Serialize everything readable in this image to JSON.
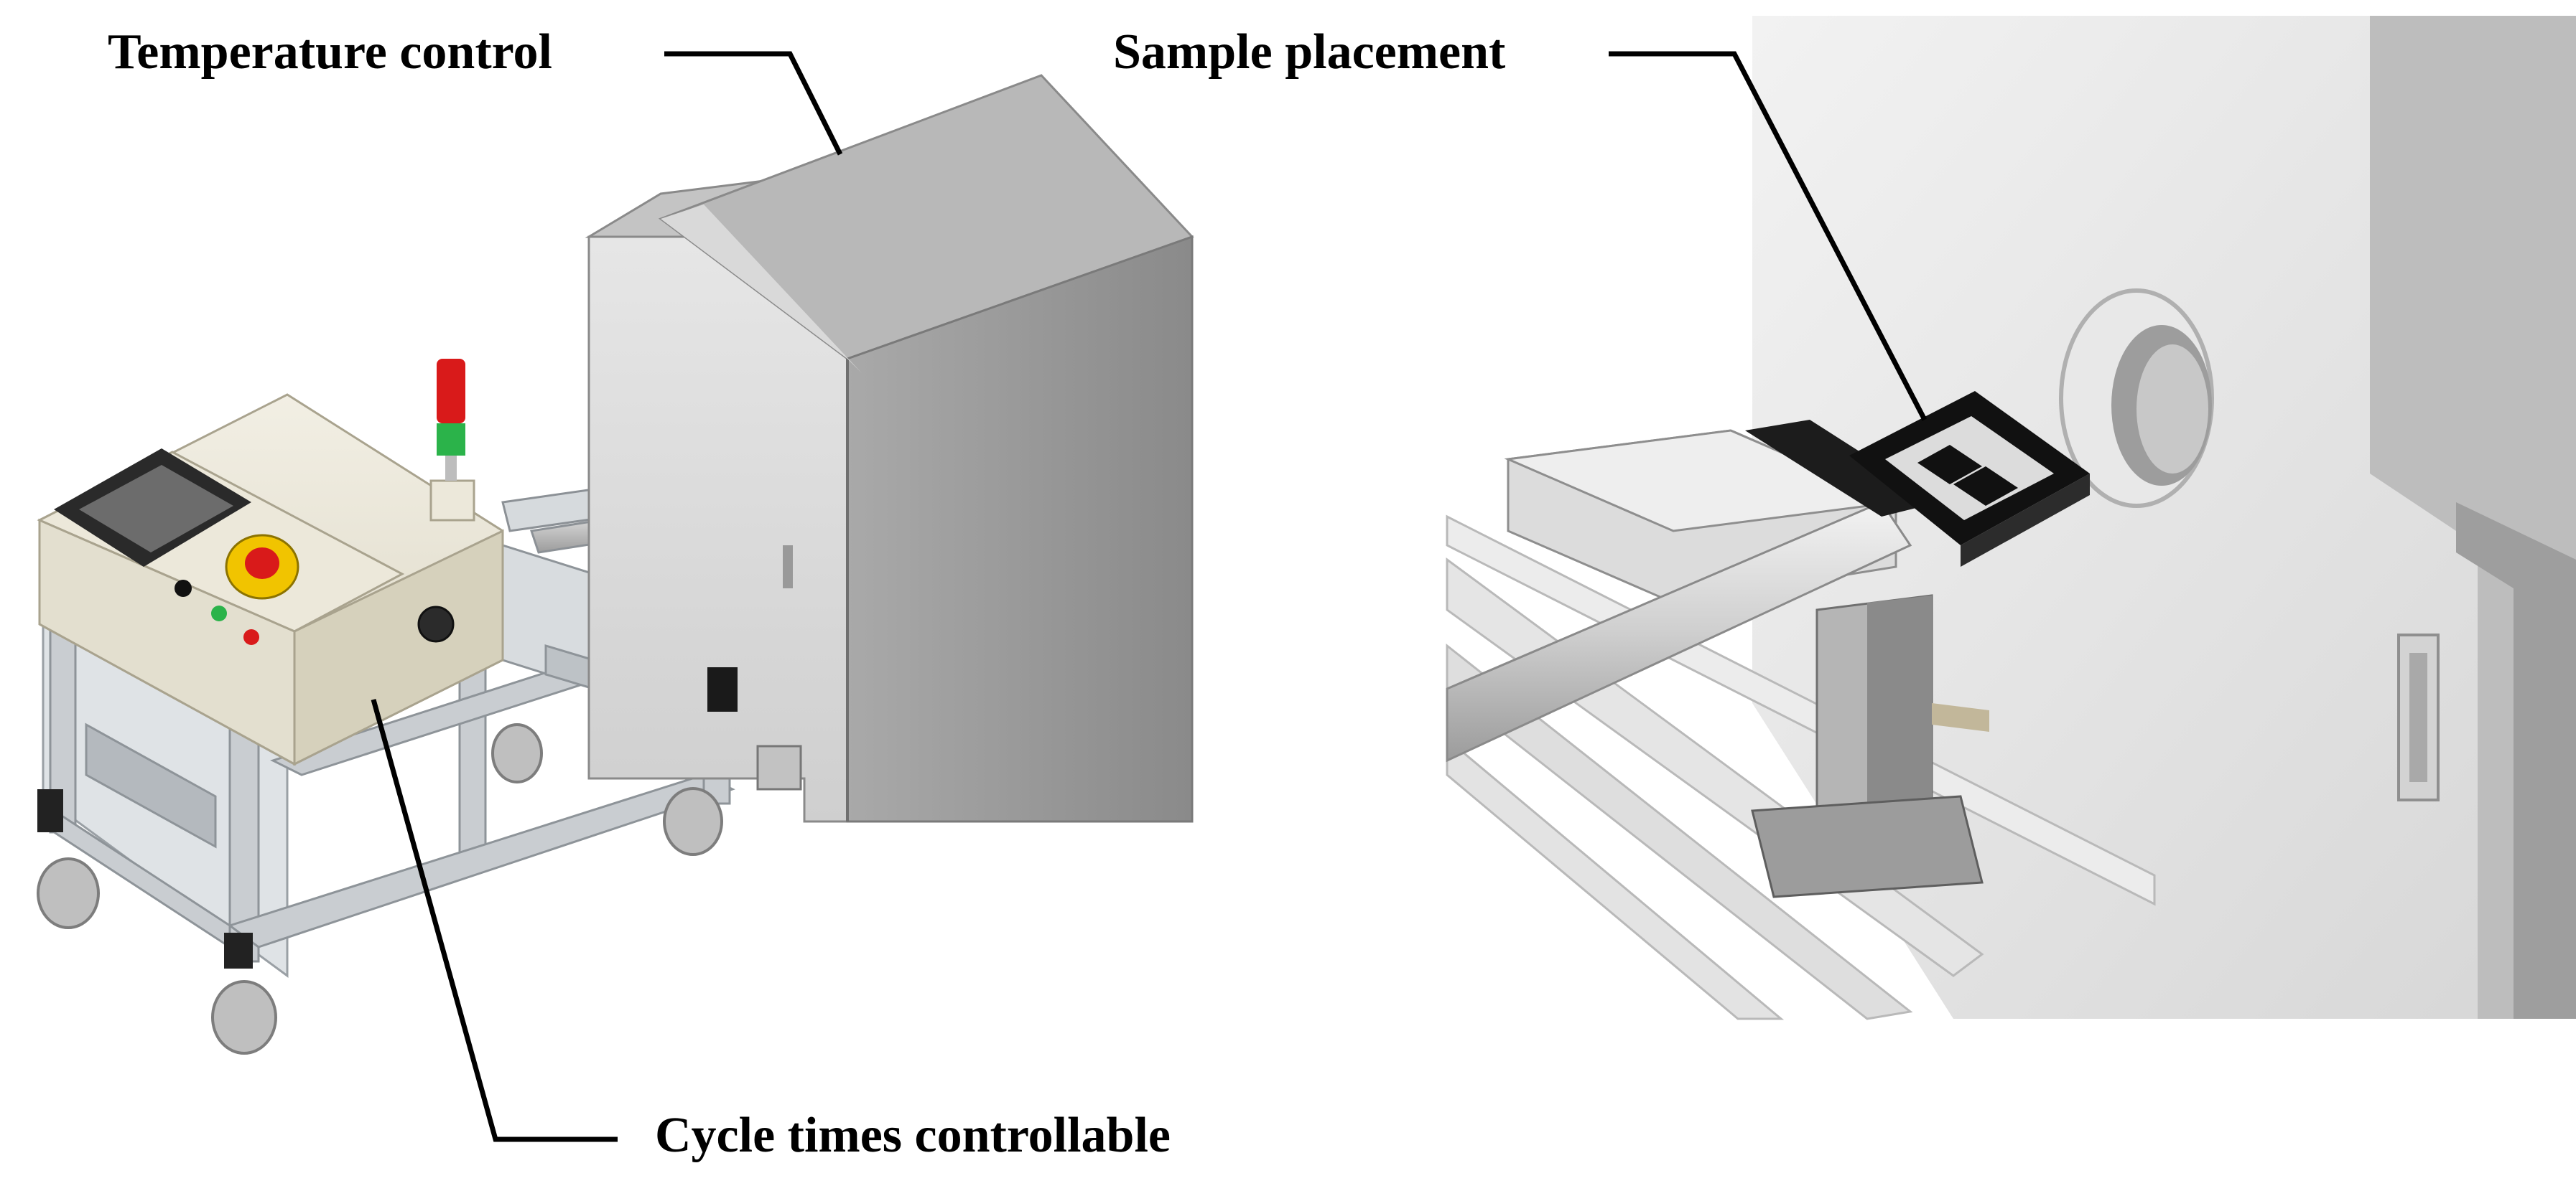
{
  "callouts": {
    "temperature_control": "Temperature control",
    "sample_placement": "Sample placement",
    "cycle_times_controllable": "Cycle times controllable"
  },
  "colors": {
    "background": "#ffffff",
    "oven_front": "#d9d9d9",
    "oven_side": "#9a9a9a",
    "oven_top": "#b3b3b3",
    "control_cabinet": "#e8e4d6",
    "aluminium_frame": "#c7cbcf",
    "sample_holder": "#111111",
    "emergency_stop": "#d91a1a",
    "signal_green": "#2bb34a",
    "leader_lines": "#000000"
  },
  "icons": [
    "emergency-stop-icon",
    "touchscreen-panel-icon",
    "signal-tower-icon",
    "caster-wheel-icon"
  ]
}
